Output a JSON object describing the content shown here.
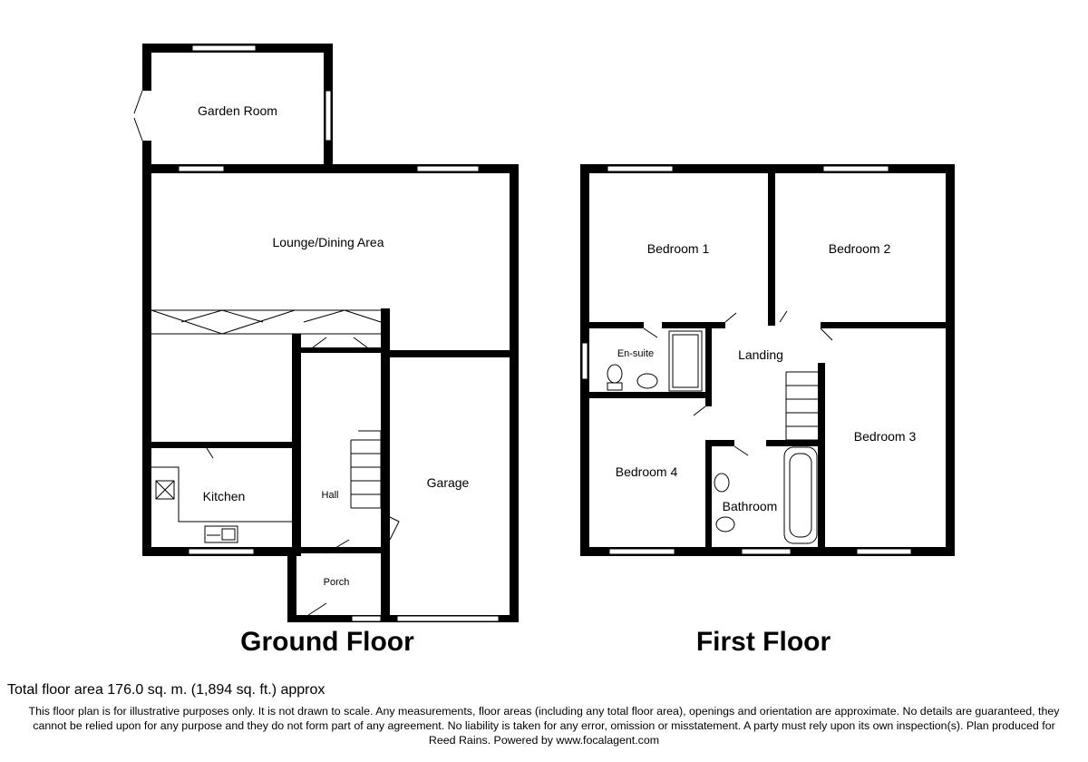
{
  "ground_floor": {
    "title": "Ground Floor",
    "rooms": {
      "garden_room": "Garden Room",
      "lounge": "Lounge/Dining Area",
      "kitchen": "Kitchen",
      "hall": "Hall",
      "garage": "Garage",
      "porch": "Porch"
    }
  },
  "first_floor": {
    "title": "First Floor",
    "rooms": {
      "bedroom1": "Bedroom 1",
      "bedroom2": "Bedroom 2",
      "ensuite": "En-suite",
      "landing": "Landing",
      "bedroom3": "Bedroom 3",
      "bedroom4": "Bedroom 4",
      "bathroom": "Bathroom"
    }
  },
  "footer": {
    "total_area": "Total floor area 176.0 sq. m. (1,894 sq. ft.) approx",
    "disclaimer": "This floor plan is for illustrative purposes only. It is not drawn to scale. Any measurements, floor areas (including any total floor area), openings and orientation are approximate. No details are guaranteed, they cannot be relied upon for any purpose and they do not form part of any agreement. No liability is taken for any error, omission or misstatement. A party must rely upon its own inspection(s). Plan produced for Reed Rains. Powered by www.focalagent.com"
  },
  "colors": {
    "wall": "#000000",
    "background": "#ffffff"
  }
}
